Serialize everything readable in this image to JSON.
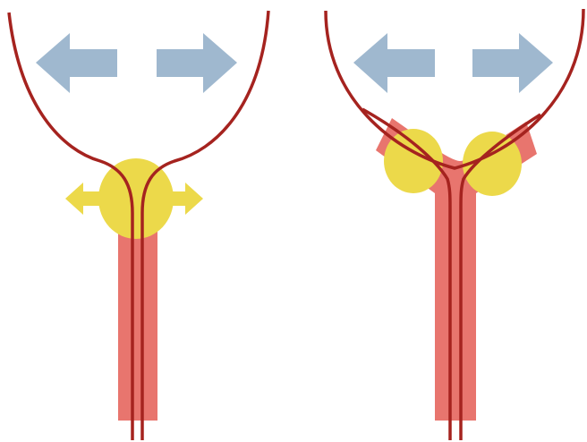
{
  "colors": {
    "background": "#ffffff",
    "strand": "#a5231f",
    "column": "#e8756e",
    "bead": "#ecd94a",
    "arrow": "#9fb8cf"
  },
  "panels": [
    {
      "id": "left",
      "beads": 1,
      "icons": [
        "arrow-left-icon",
        "arrow-right-icon",
        "small-arrow-left-icon",
        "small-arrow-right-icon"
      ]
    },
    {
      "id": "right",
      "beads": 2,
      "icons": [
        "arrow-left-icon",
        "arrow-right-icon"
      ]
    }
  ]
}
